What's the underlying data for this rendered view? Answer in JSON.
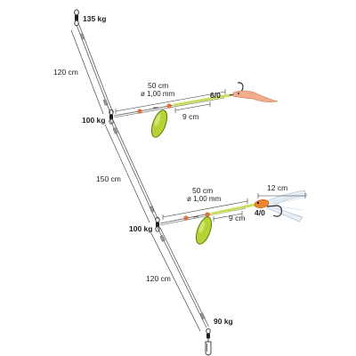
{
  "diagram": {
    "labels": {
      "top_swivel_strength": "135 kg",
      "upper_main_length": "120 cm",
      "upper_junction_strength": "100 kg",
      "middle_main_length": "150 cm",
      "lower_junction_strength": "100 kg",
      "lower_main_length": "120 cm",
      "bottom_snap_strength": "90 kg",
      "upper_branch_length": "50 cm",
      "upper_branch_diameter": "ø 1,00 mm",
      "upper_branch_section": "9 cm",
      "upper_hook_size": "6/0",
      "lower_branch_length": "50 cm",
      "lower_branch_diameter": "ø 1,00 mm",
      "lower_branch_section": "9 cm",
      "lower_hook_size": "4/0",
      "skirt_length": "12 cm"
    },
    "colors": {
      "line": "#555555",
      "dimension": "#333333",
      "blade_fill": "#b5d334",
      "blade_stroke": "#5e7a12",
      "tube": "#d8ec7a",
      "beads": "#e0703a",
      "upper_lure": "#f2ad8e",
      "lower_skirt": "#e8f0f7",
      "lower_head": "#f0862c"
    },
    "icons": [
      "swivel-icon",
      "snap-icon",
      "spinner-blade-icon",
      "bead-icon",
      "hook-icon",
      "skirt-lure-icon"
    ]
  }
}
